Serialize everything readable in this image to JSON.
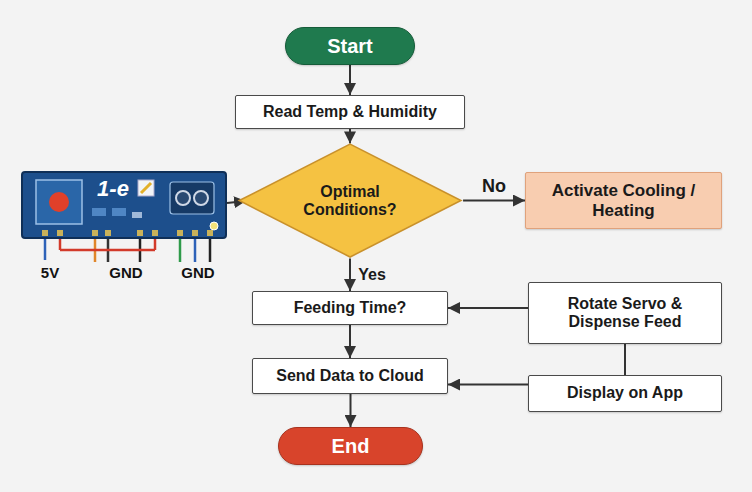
{
  "diagram": {
    "nodes": [
      {
        "text": [
          "Start"
        ]
      },
      {
        "text": [
          "Read Temp & Humidity"
        ]
      },
      {
        "text": [
          "Optimal Conditions?"
        ]
      },
      {
        "text": [
          "Activate Cooling / Heating"
        ]
      },
      {
        "text": [
          "Feeding Time?"
        ]
      },
      {
        "text": [
          "Rotate Servo & Dispense Feed"
        ]
      },
      {
        "text": [
          "Send Data to Cloud"
        ]
      },
      {
        "text": [
          "Display on App"
        ]
      },
      {
        "text": [
          "End"
        ]
      }
    ],
    "edges": [
      {
        "from": 0,
        "to": 1,
        "arrow": "to"
      },
      {
        "from": 1,
        "to": 2,
        "arrow": "to"
      },
      {
        "from": 2,
        "to": 3,
        "label": "No",
        "arrow": "to"
      },
      {
        "from": 2,
        "to": 4,
        "label": "Yes",
        "arrow": "to"
      },
      {
        "from": 5,
        "to": 4,
        "arrow": "to"
      },
      {
        "from": 4,
        "to": 6,
        "arrow": "to"
      },
      {
        "from": 5,
        "to": 7,
        "arrow": "none"
      },
      {
        "from": 7,
        "to": 6,
        "arrow": "to"
      },
      {
        "from": 6,
        "to": 8,
        "arrow": "to"
      }
    ],
    "labels": [
      "1-e",
      "5V",
      "GND",
      "GND"
    ]
  }
}
